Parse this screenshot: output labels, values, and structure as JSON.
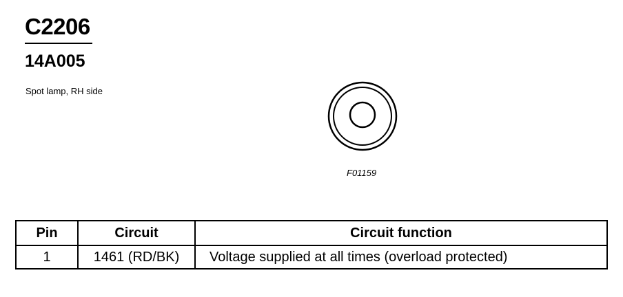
{
  "connector": {
    "id": "C2206",
    "part_number": "14A005",
    "description": "Spot lamp, RH side",
    "figure_code": "F01159"
  },
  "table": {
    "headers": [
      "Pin",
      "Circuit",
      "Circuit function"
    ],
    "rows": [
      [
        "1",
        "1461 (RD/BK)",
        "Voltage supplied at all times (overload protected)"
      ]
    ]
  }
}
